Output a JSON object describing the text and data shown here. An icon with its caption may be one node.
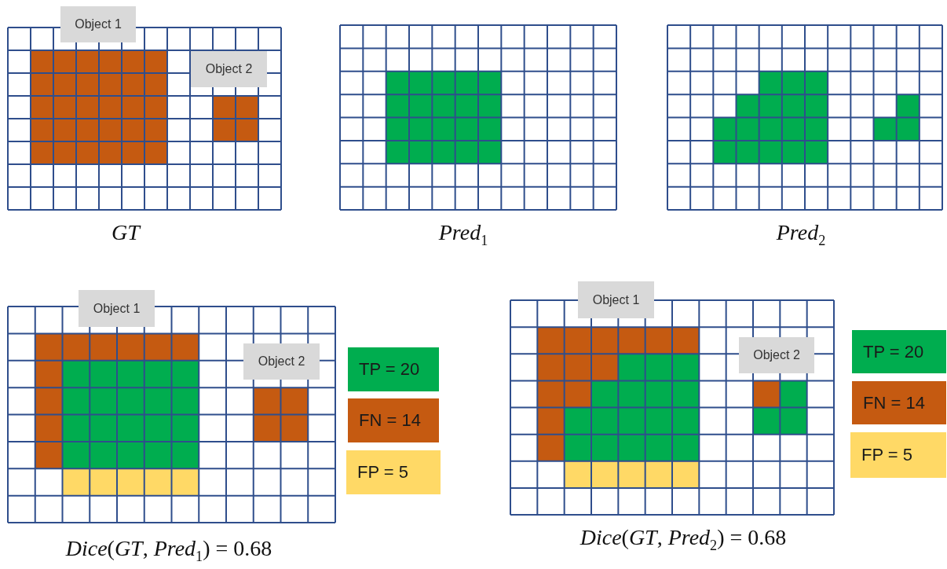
{
  "diagram": {
    "nodes": [
      {
        "text": [
          "Object 1"
        ]
      },
      {
        "text": [
          "Object 2"
        ]
      },
      {
        "text": [
          "Object 1"
        ]
      },
      {
        "text": [
          "Object 2"
        ]
      },
      {
        "text": [
          "TP = 20"
        ]
      },
      {
        "text": [
          "FN = 14"
        ]
      },
      {
        "text": [
          "FP = 5"
        ]
      },
      {
        "text": [
          "Object 1"
        ]
      },
      {
        "text": [
          "Object 2"
        ]
      },
      {
        "text": [
          "TP = 20"
        ]
      },
      {
        "text": [
          "FN = 14"
        ]
      },
      {
        "text": [
          "FP = 5"
        ]
      }
    ],
    "labels": [
      "GT",
      "*Pred*$_{1}$",
      "*Pred*$_{2}$",
      "*Dice*(*GT*, *Pred*$_{1}$) = 0.68",
      "*Dice*(*GT*, *Pred*$_{2}$) = 0.68"
    ]
  }
}
